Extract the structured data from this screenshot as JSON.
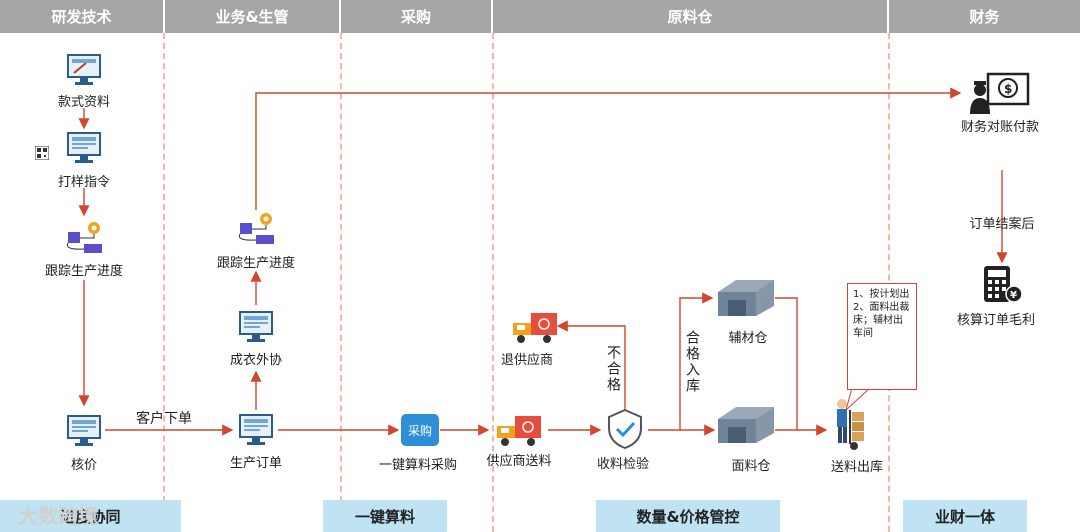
{
  "lanes": [
    "研发技术",
    "业务&生管",
    "采购",
    "原料仓",
    "财务"
  ],
  "nodes": {
    "style_info": "款式资料",
    "sample_order": "打样指令",
    "track_progress_1": "跟踪生产进度",
    "pricing": "核价",
    "track_progress_2": "跟踪生产进度",
    "outsourcing": "成衣外协",
    "production_order": "生产订单",
    "one_click_purchase": "一键算料采购",
    "purchase_badge": "采购",
    "return_supplier": "退供应商",
    "supplier_delivery": "供应商送料",
    "receive_inspect": "收料检验",
    "accessory_wh": "辅材仓",
    "fabric_wh": "面料仓",
    "ship_out": "送料出库",
    "finance_reconcile": "财务对账付款",
    "order_margin": "核算订单毛利"
  },
  "edge_labels": {
    "customer_order": "客户下单",
    "unqualified": "不合格",
    "qualified_in": "合格入库",
    "after_close": "订单结案后"
  },
  "note": "1、按计划出\n2、面料出裁床；辅材出车间",
  "footer": [
    "进度协同",
    "一键算料",
    "数量&价格管控",
    "业财一体"
  ],
  "watermark": "大数跨境",
  "colors": {
    "header_bg": "#a6a6a6",
    "arrow": "#d0462e",
    "footer_bg": "#bfe3f3",
    "lane_line": "#f5b5a8"
  }
}
